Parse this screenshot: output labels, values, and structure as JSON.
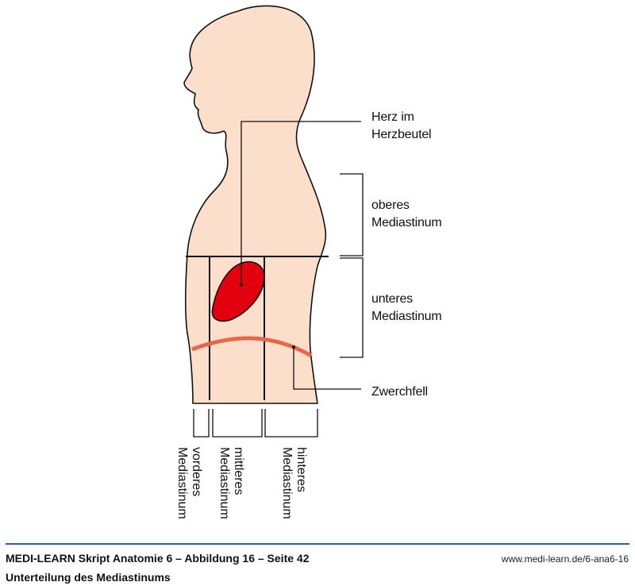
{
  "labels": {
    "heart": [
      "Herz im",
      "Herzbeutel"
    ],
    "upper": [
      "oberes",
      "Mediastinum"
    ],
    "lower": [
      "unteres",
      "Mediastinum"
    ],
    "diaphragm": "Zwerchfell",
    "anterior": [
      "vorderes",
      "Mediastinum"
    ],
    "middle": [
      "mittleres",
      "Mediastinum"
    ],
    "posterior": [
      "hinteres",
      "Mediastinum"
    ]
  },
  "footer": {
    "title": "MEDI-LEARN Skript Anatomie 6 – Abbildung 16 – Seite 42",
    "subtitle": "Unterteilung des Mediastinums",
    "url": "www.medi-learn.de/6-ana6-16"
  },
  "colors": {
    "skin": "#fbdfcb",
    "heart": "#e2000f",
    "diaphragm": "#e8674c",
    "rule": "#2a5db0"
  }
}
